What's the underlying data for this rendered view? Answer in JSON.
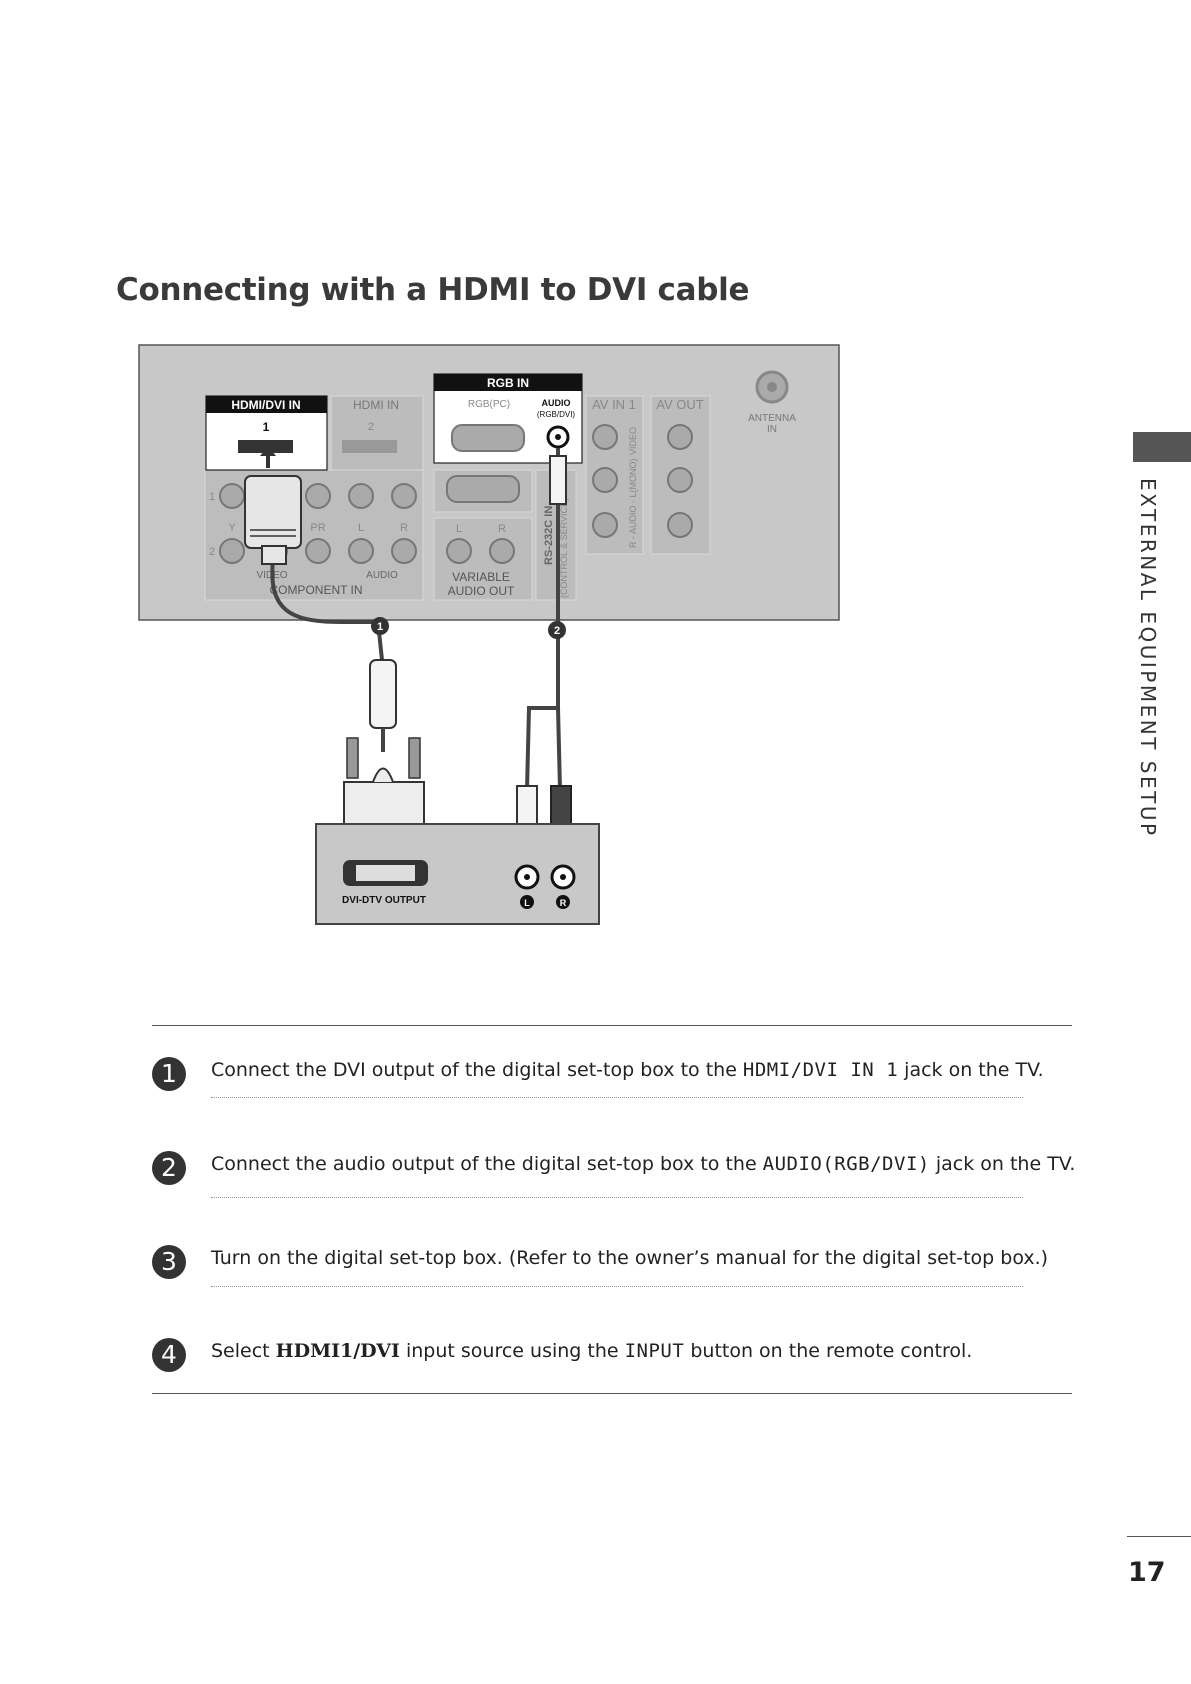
{
  "page": {
    "title": "Connecting with a HDMI to DVI cable",
    "section_label": "EXTERNAL EQUIPMENT SETUP",
    "page_number": "17"
  },
  "tv_panel": {
    "hdmi_dvi_in_label": "HDMI/DVI IN",
    "hdmi_dvi_in_port": "1",
    "hdmi_in_label": "HDMI IN",
    "hdmi_in_port": "2",
    "rgb_in_label": "RGB IN",
    "rgb_pc_label": "RGB(PC)",
    "audio_label": "AUDIO",
    "audio_sub_label": "(RGB/DVI)",
    "av_in_label": "AV IN 1",
    "av_out_label": "AV OUT",
    "antenna_label": "ANTENNA",
    "antenna_sub_label": "IN",
    "component_row_1": "1",
    "component_row_2": "2",
    "component_y": "Y",
    "component_pr": "PR",
    "component_l": "L",
    "component_r": "R",
    "component_video": "VIDEO",
    "component_audio": "AUDIO",
    "component_in_label": "COMPONENT IN",
    "variable_audio_l": "L",
    "variable_audio_r": "R",
    "variable_label": "VARIABLE",
    "audio_out_label": "AUDIO OUT",
    "rs232c_label": "RS-232C IN",
    "rs232c_sub_label": "(CONTROL & SERVICE)",
    "av_video_label": "VIDEO",
    "av_audio_label": "R - AUDIO - L(MONO)",
    "callout_1": "1",
    "callout_2": "2"
  },
  "settop_box": {
    "dvi_output_label": "DVI-DTV OUTPUT",
    "left_jack": "L",
    "right_jack": "R"
  },
  "steps": [
    {
      "number": "1",
      "pre": "Connect the DVI output of the digital set-top box to the ",
      "bold": "HDMI/DVI IN 1",
      "post": " jack on the TV."
    },
    {
      "number": "2",
      "pre": "Connect the audio output of the digital set-top box to the ",
      "bold": "AUDIO(RGB/DVI)",
      "post": " jack on the TV."
    },
    {
      "number": "3",
      "pre": "Turn on the digital set-top box. (Refer to the owner’s manual for the digital set-top box.)",
      "bold": "",
      "post": ""
    },
    {
      "number": "4",
      "pre": "Select ",
      "strong": "HDMI1/DVI",
      "mid": " input source using the ",
      "bold": "INPUT",
      "post": " button on the remote control."
    }
  ]
}
